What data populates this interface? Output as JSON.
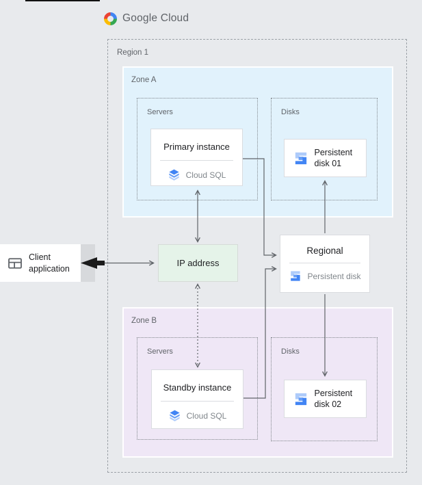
{
  "header": {
    "logo_text": "Google Cloud"
  },
  "region": {
    "label": "Region 1",
    "zones": [
      {
        "label": "Zone A",
        "servers_group": "Servers",
        "disks_group": "Disks",
        "instance": {
          "title": "Primary instance",
          "product": "Cloud SQL"
        },
        "disk": {
          "label": "Persistent disk 01"
        }
      },
      {
        "label": "Zone B",
        "servers_group": "Servers",
        "disks_group": "Disks",
        "instance": {
          "title": "Standby instance",
          "product": "Cloud SQL"
        },
        "disk": {
          "label": "Persistent disk 02"
        }
      }
    ]
  },
  "nodes": {
    "ip": {
      "label": "IP address"
    },
    "regional": {
      "title": "Regional",
      "subtitle": "Persistent disk"
    },
    "client": {
      "label": "Client application"
    }
  },
  "icons": {
    "logo": "google-cloud-logo",
    "instance_product": "cloud-sql-icon",
    "disk": "persistent-disk-icon",
    "client": "client-application-window-icon"
  },
  "colors": {
    "background": "#e8eaed",
    "zone_a": "#e1f2fc",
    "zone_b": "#efe7f6",
    "ip_green": "#e5f3e9",
    "card_border": "#dadce0",
    "arrow": "#5f6368",
    "blue": "#4285f4",
    "blue_mid": "#669df6",
    "blue_light": "#aecbfa",
    "logo_red": "#ea4335",
    "logo_yellow": "#fbbc04",
    "logo_green": "#34a853"
  }
}
